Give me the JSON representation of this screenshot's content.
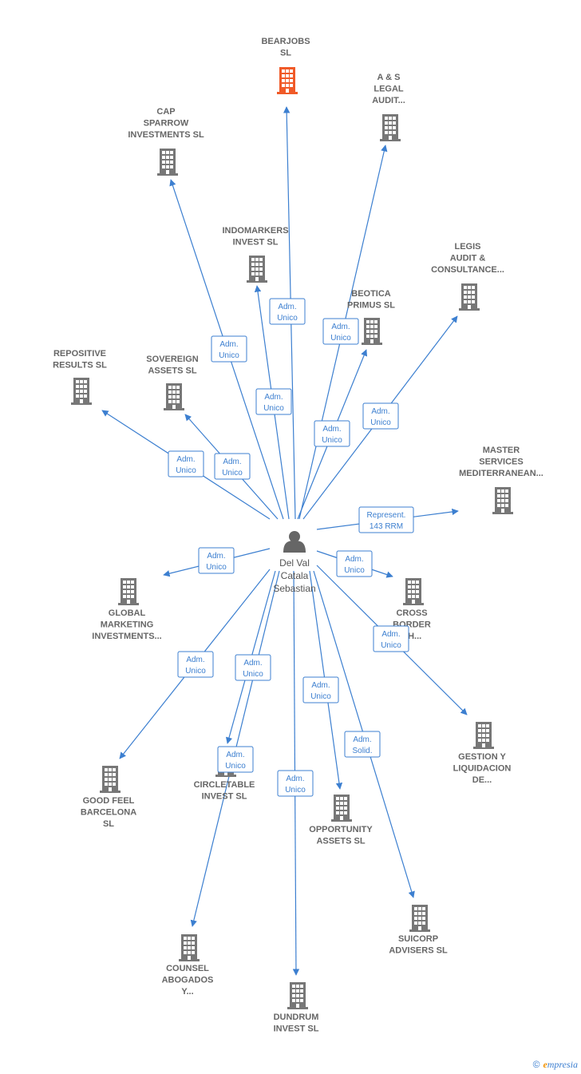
{
  "center": {
    "lines": [
      "Del Val",
      "Catala",
      "Sebastian"
    ],
    "icon": "person-icon"
  },
  "colors": {
    "edge": "#3c7fd0",
    "building": "#777777",
    "building_highlight": "#f05a28"
  },
  "nodes": [
    {
      "id": "bearjobs",
      "lines": [
        "BEARJOBS",
        "SL"
      ],
      "highlight": true,
      "badge": [
        "Adm.",
        "Unico"
      ]
    },
    {
      "id": "as-legal",
      "lines": [
        "A & S",
        "LEGAL",
        "AUDIT..."
      ],
      "highlight": false,
      "badge": [
        "Adm.",
        "Unico"
      ]
    },
    {
      "id": "cap-sparrow",
      "lines": [
        "CAP",
        "SPARROW",
        "INVESTMENTS SL"
      ],
      "highlight": false,
      "badge": [
        "Adm.",
        "Unico"
      ]
    },
    {
      "id": "indomarkers",
      "lines": [
        "INDOMARKERS",
        "INVEST  SL"
      ],
      "highlight": false,
      "badge": [
        "Adm.",
        "Unico"
      ]
    },
    {
      "id": "legis",
      "lines": [
        "LEGIS",
        "AUDIT &",
        "CONSULTANCE..."
      ],
      "highlight": false,
      "badge": [
        "Adm.",
        "Unico"
      ]
    },
    {
      "id": "beotica",
      "lines": [
        "BEOTICA",
        "PRIMUS SL"
      ],
      "highlight": false,
      "badge": [
        "Adm.",
        "Unico"
      ]
    },
    {
      "id": "repositive",
      "lines": [
        "REPOSITIVE",
        "RESULTS  SL"
      ],
      "highlight": false,
      "badge": [
        "Adm.",
        "Unico"
      ]
    },
    {
      "id": "sovereign",
      "lines": [
        "SOVEREIGN",
        "ASSETS  SL"
      ],
      "highlight": false,
      "badge": [
        "Adm.",
        "Unico"
      ]
    },
    {
      "id": "master",
      "lines": [
        "MASTER",
        "SERVICES",
        "MEDITERRANEAN..."
      ],
      "highlight": false,
      "badge": [
        "Represent.",
        "143 RRM"
      ]
    },
    {
      "id": "global",
      "lines": [
        "GLOBAL",
        "MARKETING",
        "INVESTMENTS..."
      ],
      "highlight": false,
      "badge": [
        "Adm.",
        "Unico"
      ]
    },
    {
      "id": "cross",
      "lines": [
        "CROSS",
        "BORDER",
        "SH..."
      ],
      "highlight": false,
      "badge": [
        "Adm.",
        "Unico"
      ]
    },
    {
      "id": "gestion",
      "lines": [
        "GESTION Y",
        "LIQUIDACION",
        "DE..."
      ],
      "highlight": false,
      "badge": [
        "Adm.",
        "Unico"
      ]
    },
    {
      "id": "goodfeel",
      "lines": [
        "GOOD FEEL",
        "BARCELONA",
        "SL"
      ],
      "highlight": false,
      "badge": [
        "Adm.",
        "Unico"
      ]
    },
    {
      "id": "circletable",
      "lines": [
        "CIRCLETABLE",
        "INVEST  SL"
      ],
      "highlight": false,
      "badge": [
        "Adm.",
        "Unico"
      ]
    },
    {
      "id": "opportunity",
      "lines": [
        "OPPORTUNITY",
        "ASSETS  SL"
      ],
      "highlight": false,
      "badge": [
        "Adm.",
        "Unico"
      ]
    },
    {
      "id": "suicorp",
      "lines": [
        "SUICORP",
        "ADVISERS SL"
      ],
      "highlight": false,
      "badge": [
        "Adm.",
        "Solid."
      ]
    },
    {
      "id": "counsel",
      "lines": [
        "COUNSEL",
        "ABOGADOS",
        "Y..."
      ],
      "highlight": false,
      "badge": [
        "Adm.",
        "Unico"
      ]
    },
    {
      "id": "dundrum",
      "lines": [
        "DUNDRUM",
        "INVEST  SL"
      ],
      "highlight": false,
      "badge": [
        "Adm.",
        "Unico"
      ]
    }
  ],
  "footer": {
    "copyright": "©",
    "brand_initial": "e",
    "brand_rest": "mpresia"
  }
}
